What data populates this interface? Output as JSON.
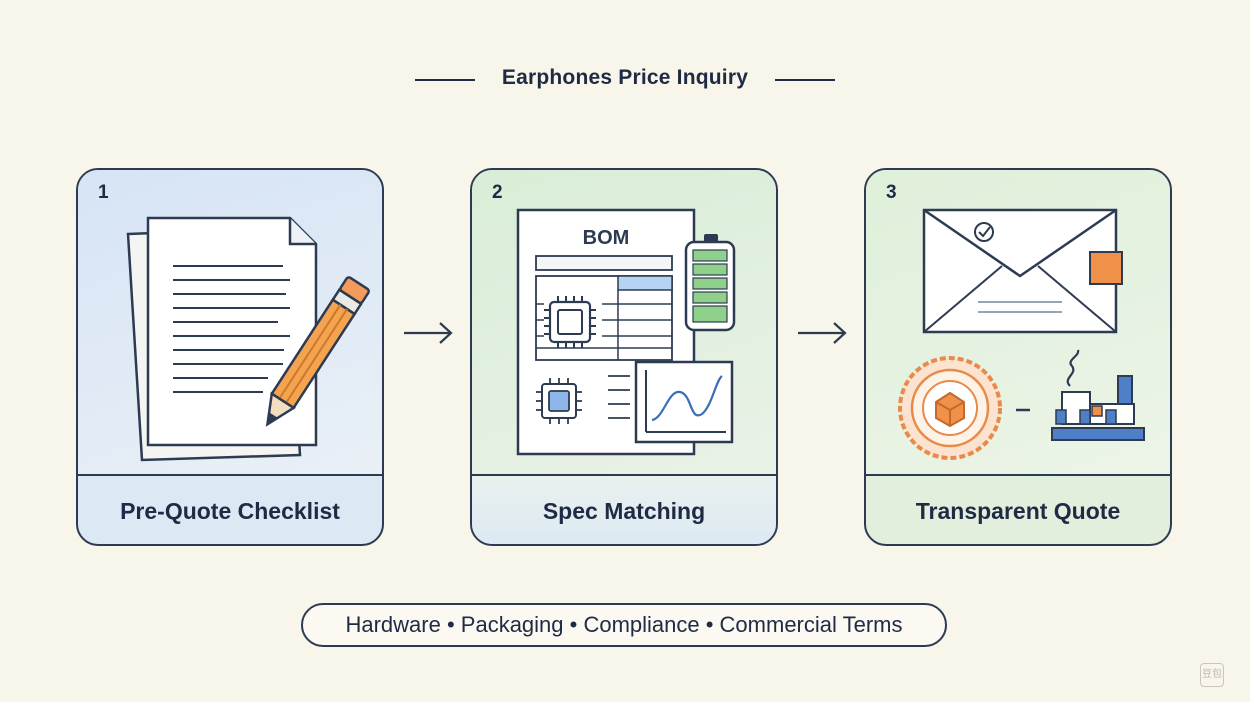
{
  "title": "Earphones Price Inquiry",
  "steps": [
    {
      "number": "1",
      "label": "Pre-Quote Checklist",
      "icons": [
        "document-icon",
        "pencil-icon"
      ]
    },
    {
      "number": "2",
      "label": "Spec Matching",
      "icons": [
        "bom-sheet-icon",
        "chip-icon",
        "battery-icon",
        "chart-icon"
      ],
      "bom_text": "BOM"
    },
    {
      "number": "3",
      "label": "Transparent Quote",
      "icons": [
        "envelope-icon",
        "certification-seal-icon",
        "factory-icon"
      ]
    }
  ],
  "footer": "Hardware • Packaging • Compliance • Commercial Terms",
  "colors": {
    "background": "#f8f5ea",
    "outline": "#2d3b52",
    "card1": "#dde8f5",
    "card2": "#d9edd7",
    "card3": "#dff0da",
    "accent_orange": "#f0914a",
    "accent_blue": "#7fb0e6",
    "accent_green": "#8fd08a"
  }
}
